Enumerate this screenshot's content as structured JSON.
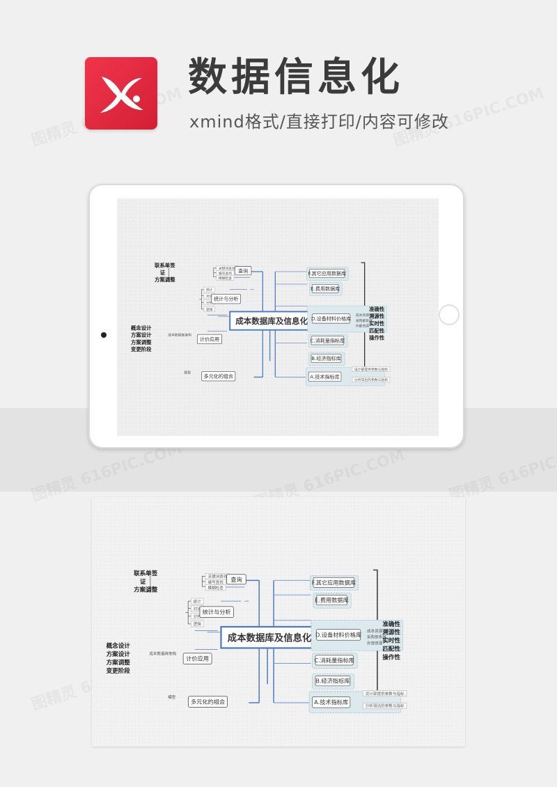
{
  "header": {
    "title": "数据信息化",
    "subtitle": "xmind格式/直接打印/内容可修改"
  },
  "watermark": "图精灵 616PIC.COM",
  "colors": {
    "logo": "#e8283f",
    "central_border": "#4b78c8",
    "branch_line": "#4b78c8",
    "group_fill": "#dce9ee"
  },
  "mindmap": {
    "central": "成本数据库及信息化",
    "left": {
      "query": {
        "label": "查询",
        "items": [
          "关键词查找",
          "编号查找",
          "模糊检查"
        ]
      },
      "stats": {
        "label": "统计与分析",
        "items": [
          "统计",
          "对比",
          "分析",
          "逻辑"
        ]
      },
      "pricing": {
        "label": "计价应用",
        "items": [
          "成本数据库架构"
        ]
      },
      "combo": {
        "label": "多元化的组合",
        "items": [
          "模型"
        ]
      },
      "text_query": [
        "联系单签",
        "证",
        "方案调整"
      ],
      "text_pricing": [
        "概念设计",
        "方案设计",
        "方案调整",
        "变更阶段"
      ]
    },
    "right": {
      "F": {
        "label": "F.其它应用数据库"
      },
      "E": {
        "label": "E.费用数据库"
      },
      "D": {
        "label": "D.设备材料价格库",
        "items": [
          "成本资源",
          "采购部系统",
          "外部资源"
        ]
      },
      "C": {
        "label": "C.消耗量指标库"
      },
      "B": {
        "label": "B.经济指标库"
      },
      "A": {
        "label": "A.技术指标库",
        "items": [
          "设计部提供参数与指标",
          "分析得出的参数与指标"
        ]
      }
    },
    "qualities": [
      "准确性",
      "溯源性",
      "实时性",
      "匹配性",
      "操作性"
    ]
  }
}
